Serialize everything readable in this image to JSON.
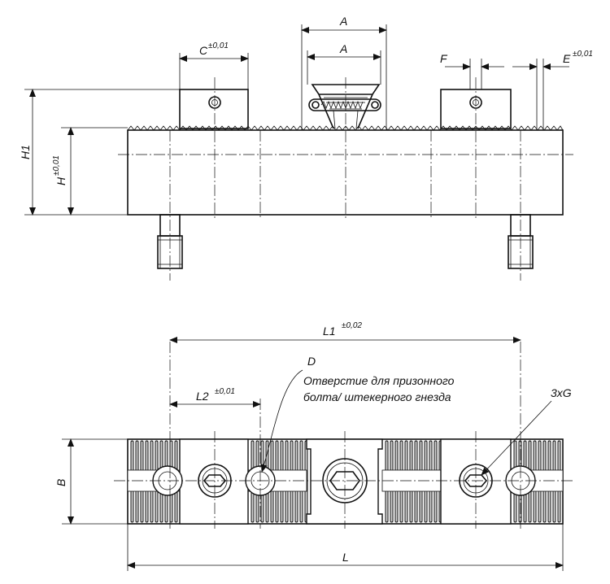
{
  "labels": {
    "A_upper": "A",
    "A_lower": "A",
    "C": "C",
    "C_tol": "±0,01",
    "F": "F",
    "E": "E",
    "E_tol": "±0,01",
    "H1": "H1",
    "H": "H",
    "H_tol": "±0,01",
    "L1": "L1",
    "L1_tol": "±0,02",
    "L2": "L2",
    "L2_tol": "±0,01",
    "D": "D",
    "D_note_line1": "Отверстие для призонного",
    "D_note_line2": "болта/ штекерного гнезда",
    "threads": "3xG",
    "B": "B",
    "L": "L"
  }
}
